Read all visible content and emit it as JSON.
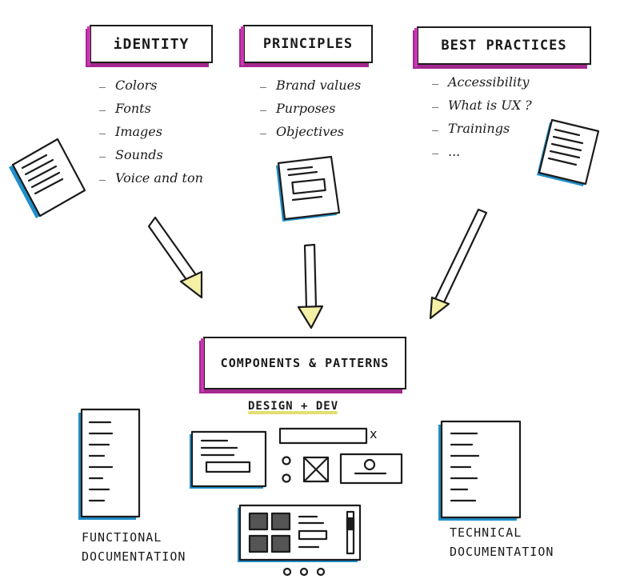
{
  "columns": [
    {
      "title": "iDENTITY",
      "items": [
        "Colors",
        "Fonts",
        "Images",
        "Sounds",
        "Voice and ton"
      ]
    },
    {
      "title": "PRINCIPLES",
      "items": [
        "Brand values",
        "Purposes",
        "Objectives"
      ]
    },
    {
      "title": "BEST PRACTICES",
      "items": [
        "Accessibility",
        "What is UX ?",
        "Trainings",
        "..."
      ]
    }
  ],
  "center": {
    "title": "COMPONENTS & PATTERNS",
    "subtitle": "DESIGN + DEV",
    "close_mark": "x"
  },
  "docs": {
    "functional": [
      "FUNCTIONAL",
      "DOCUMENTATION"
    ],
    "technical": [
      "TECHNICAL",
      "DOCUMENTATION"
    ]
  },
  "colors": {
    "accent_magenta": "#c837b0",
    "accent_blue": "#1f8fc9",
    "arrow_fill": "#f4f0a6",
    "underline": "#e3de6f"
  }
}
